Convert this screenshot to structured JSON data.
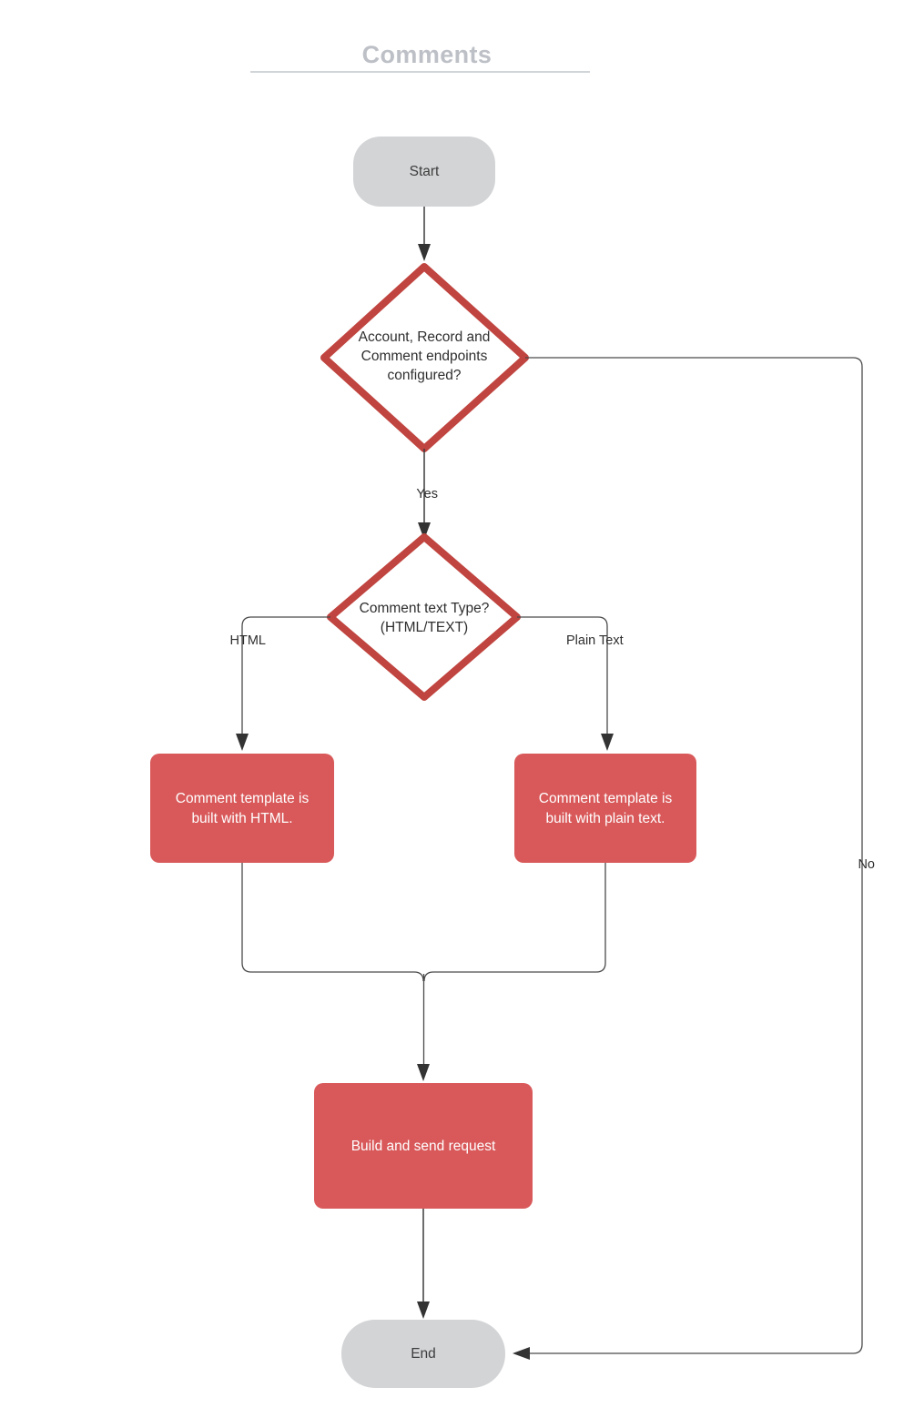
{
  "title": "Comments",
  "colors": {
    "decision_stroke": "#c0443f",
    "process_fill": "#d9595a",
    "terminator_fill": "#d3d4d6",
    "connector": "#3b3b3b",
    "title_text": "#bdc0c6",
    "process_text": "#ffffff",
    "node_text": "#2f2f2f"
  },
  "nodes": {
    "start": {
      "label": "Start"
    },
    "decision_endpoints": {
      "line1": "Account, Record and",
      "line2": "Comment endpoints",
      "line3": "configured?"
    },
    "decision_texttype": {
      "line1": "Comment text Type?",
      "line2": "(HTML/TEXT)"
    },
    "process_html": {
      "line1": "Comment  template is",
      "line2": "built with HTML."
    },
    "process_plain": {
      "line1": "Comment  template is",
      "line2": "built with plain text."
    },
    "process_build": {
      "label": "Build and send request"
    },
    "end": {
      "label": "End"
    }
  },
  "edge_labels": {
    "yes": "Yes",
    "no": "No",
    "html": "HTML",
    "plain_text": "Plain Text"
  },
  "chart_data": {
    "type": "table",
    "title": "Comments",
    "nodes": [
      {
        "id": "start",
        "type": "terminator",
        "text": "Start"
      },
      {
        "id": "d1",
        "type": "decision",
        "text": "Account, Record and Comment endpoints configured?"
      },
      {
        "id": "d2",
        "type": "decision",
        "text": "Comment text Type? (HTML/TEXT)"
      },
      {
        "id": "p1",
        "type": "process",
        "text": "Comment  template is built with HTML."
      },
      {
        "id": "p2",
        "type": "process",
        "text": "Comment  template is built with plain text."
      },
      {
        "id": "p3",
        "type": "process",
        "text": "Build and send request"
      },
      {
        "id": "end",
        "type": "terminator",
        "text": "End"
      }
    ],
    "edges": [
      {
        "from": "start",
        "to": "d1",
        "label": ""
      },
      {
        "from": "d1",
        "to": "d2",
        "label": "Yes"
      },
      {
        "from": "d1",
        "to": "end",
        "label": "No"
      },
      {
        "from": "d2",
        "to": "p1",
        "label": "HTML"
      },
      {
        "from": "d2",
        "to": "p2",
        "label": "Plain Text"
      },
      {
        "from": "p1",
        "to": "p3",
        "label": ""
      },
      {
        "from": "p2",
        "to": "p3",
        "label": ""
      },
      {
        "from": "p3",
        "to": "end",
        "label": ""
      }
    ]
  }
}
